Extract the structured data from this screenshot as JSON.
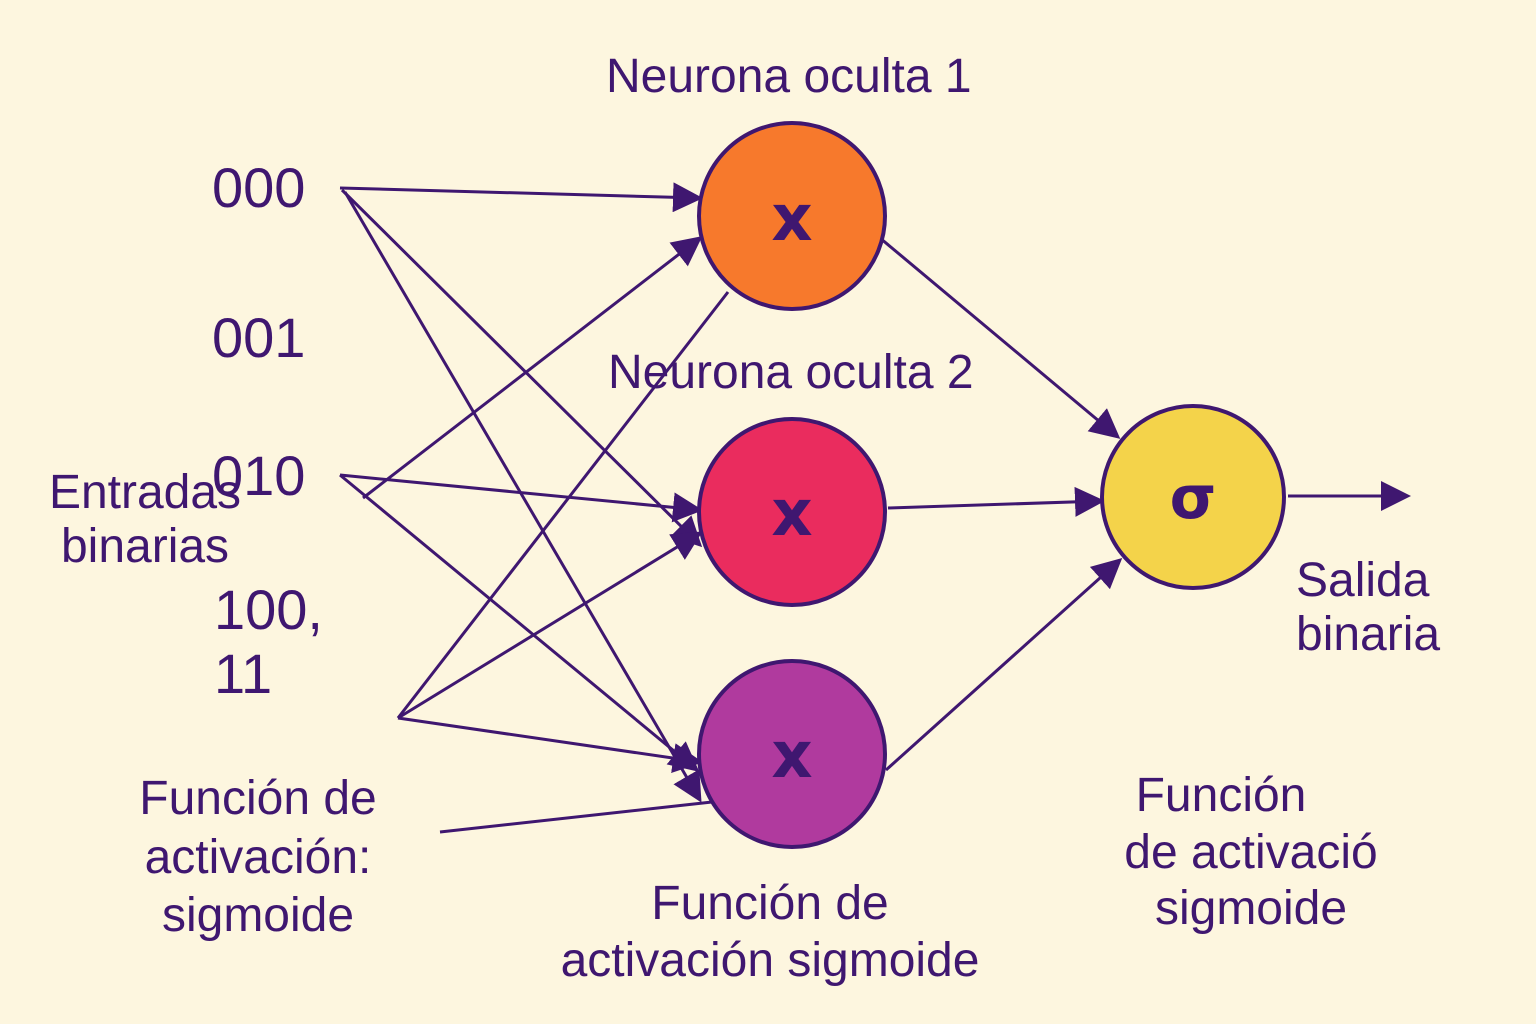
{
  "hidden_title_1": "Neurona oculta 1",
  "hidden_title_2": "Neurona oculta 2",
  "inputs": {
    "in_000": "000",
    "in_001": "001",
    "in_010": "010",
    "in_100": "100,",
    "in_11": "11"
  },
  "inputs_label": {
    "line1": "Entradas",
    "line2": "binarias"
  },
  "left_activation": {
    "line1": "Función de",
    "line2": "activación:",
    "line3": "sigmoide"
  },
  "bottom_activation": {
    "line1": "Función de",
    "line2": "activación sigmoide"
  },
  "right_activation": {
    "line1": "Función",
    "line2": "de activació",
    "line3": "sigmoide"
  },
  "output_label": {
    "line1": "Salida",
    "line2": "binaria"
  },
  "nodes": {
    "hidden_1": {
      "symbol": "x",
      "color": "#f7792c"
    },
    "hidden_2": {
      "symbol": "x",
      "color": "#ea2c5e"
    },
    "hidden_3": {
      "symbol": "x",
      "color": "#b03a9e"
    },
    "output": {
      "symbol": "σ",
      "color": "#f4d34a"
    }
  },
  "colors": {
    "background": "#fdf6df",
    "ink": "#3f1770"
  }
}
